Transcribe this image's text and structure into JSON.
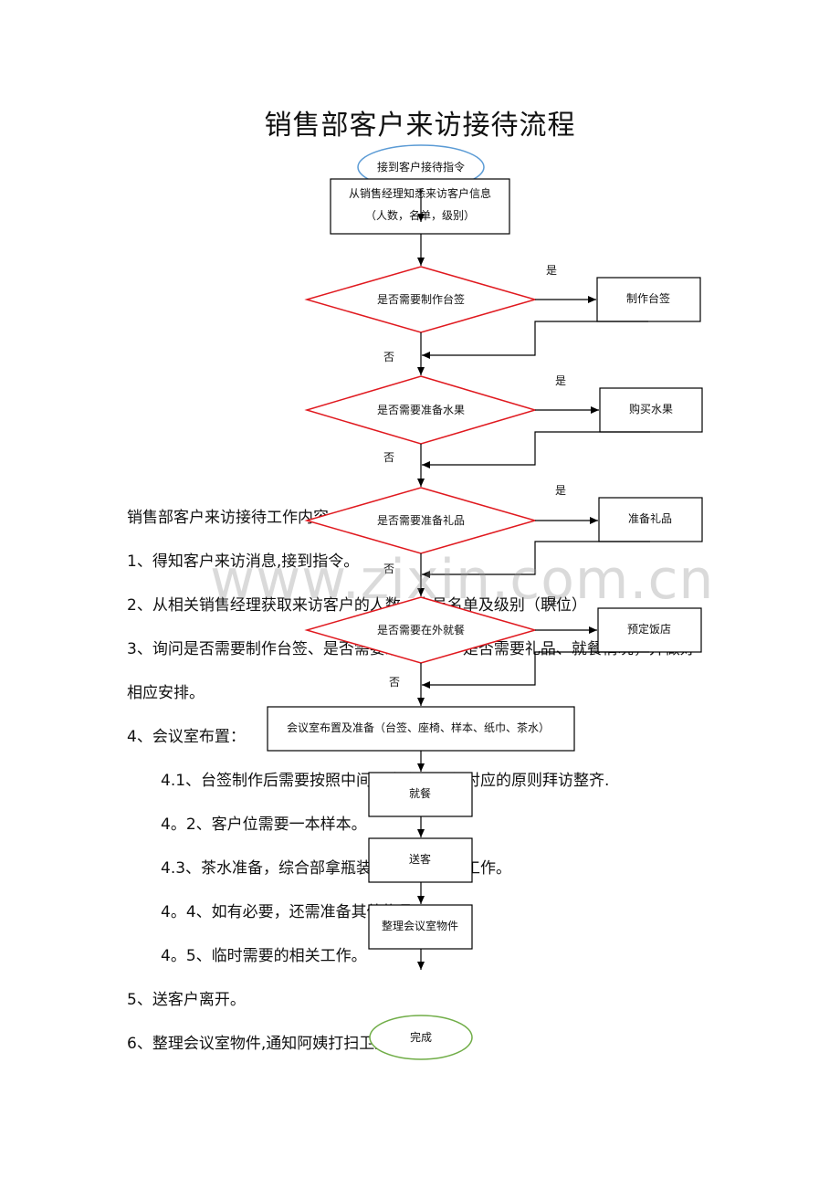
{
  "title": "销售部客户来访接待流程",
  "watermark": "www.zixin.com.cn",
  "flow": {
    "start": "接到客户接待指令",
    "info_line1": "从销售经理知悉来访客户信息",
    "info_line2": "（人数，名单，级别）",
    "d1": "是否需要制作台签",
    "a1": "制作台签",
    "d2": "是否需要准备水果",
    "a2": "购买水果",
    "d3": "是否需要准备礼品",
    "a3": "准备礼品",
    "d4": "是否需要在外就餐",
    "a4": "预定饭店",
    "meeting": "会议室布置及准备（台签、座椅、样本、纸巾、茶水）",
    "meal": "就餐",
    "send": "送客",
    "tidy": "整理会议室物件",
    "end": "完成",
    "yes": "是",
    "no": "否"
  },
  "body_text": {
    "intro": "销售部客户来访接待工作内容",
    "s1": "1、得知客户来访消息,接到指令。",
    "s2": "2、从相关销售经理获取来访客户的人数、人员名单及级别（职位）",
    "s3": "3、询问是否需要制作台签、是否需要准备水果、是否需要礼品、就餐情况，并做好",
    "s3b": "相应安排。",
    "s4": "4、会议室布置：",
    "s41": "4.1、台签制作后需要按照中间主客户与内部对应的原则拜访整齐.",
    "s42": "4。2、客户位需要一本样本。",
    "s43": "4.3、茶水准备，综合部拿瓶装水，中间倒水工作。",
    "s44": "4。4、如有必要，还需准备其他物品。",
    "s45": "4。5、临时需要的相关工作。",
    "s5": "5、送客户离开。",
    "s6": "6、整理会议室物件,通知阿姨打扫卫生。"
  }
}
